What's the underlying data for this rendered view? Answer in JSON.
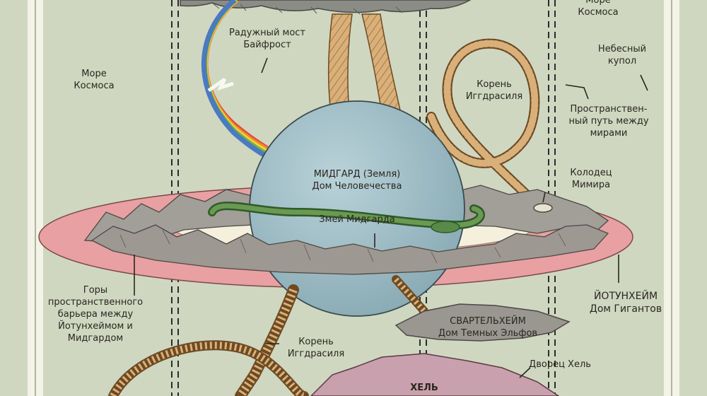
{
  "labels": {
    "sea_left": [
      "Море",
      "Космоса"
    ],
    "sea_right": [
      "Море",
      "Космоса"
    ],
    "rainbow_bridge": [
      "Радужный мост",
      "Байфрост"
    ],
    "heaven_dome": [
      "Небесный",
      "купол"
    ],
    "root_top": [
      "Корень",
      "Иггдрасиля"
    ],
    "space_path": [
      "Пространствен-",
      "ный путь между",
      "мирами"
    ],
    "midgard": [
      "МИДГАРД (Земля)",
      "Дом Человечества"
    ],
    "mimir_well": [
      "Колодец",
      "Мимира"
    ],
    "midgard_serpent": "Змей Мидгарда",
    "mountains": [
      "Горы",
      "пространственного",
      "барьера между",
      "Йотунхеймом и",
      "Мидгардом"
    ],
    "jotunheim": [
      "ЙОТУНХЕЙМ",
      "Дом Гигантов"
    ],
    "svartalfheim": [
      "СВАРТЕЛЬХЕЙМ",
      "Дом Темных Эльфов"
    ],
    "root_bottom": [
      "Корень",
      "Иггдрасиля"
    ],
    "hel_palace": "Дворец Хель",
    "hel": "ХЕЛЬ"
  },
  "colors": {
    "background": "#cfd7c1",
    "dome_outline": "#f1f1e4",
    "ring_pink": "#e9a0a2",
    "ring_inner": "#f5f0dc",
    "sphere": "#9dbcc6",
    "serpent": "#5a8a4a",
    "root": "#d9b079",
    "cloud": "#8c8c86",
    "mountain": "#a29e98",
    "hel": "#c9a0ad"
  },
  "icons": [
    "rainbow-icon",
    "sphere-icon",
    "serpent-icon",
    "root-icon",
    "mountain-icon",
    "well-icon",
    "cloud-icon"
  ]
}
